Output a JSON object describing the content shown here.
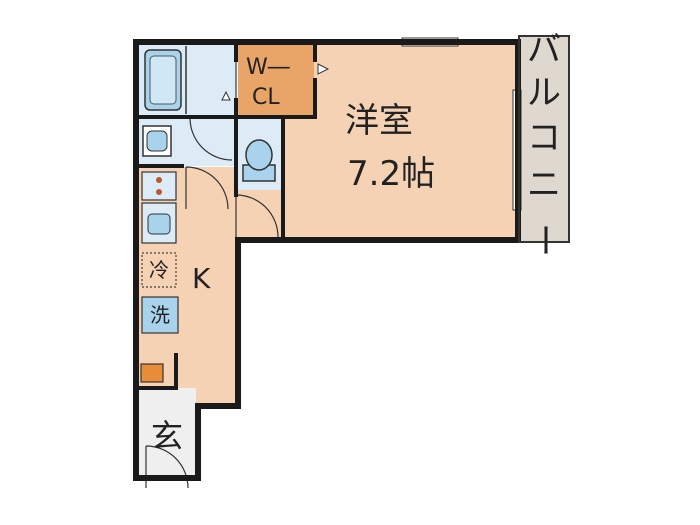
{
  "rooms": {
    "western_room": {
      "name": "洋室",
      "size": "7.2帖"
    },
    "kitchen": {
      "label": "K"
    },
    "walk_in_closet": {
      "label_line1": "W―",
      "label_line2": "CL"
    },
    "balcony": {
      "chars": [
        "バ",
        "ル",
        "コ",
        "ニ",
        "ー"
      ]
    },
    "entrance": {
      "label": "玄"
    }
  },
  "fixtures": {
    "refrigerator": {
      "label": "冷"
    },
    "washer": {
      "label": "洗"
    }
  },
  "colors": {
    "wall": "#1a1a1a",
    "room_floor": "#f5d2b4",
    "closet": "#e9a468",
    "wet_area": "#dcebf5",
    "fixture_blue": "#a9d3ec",
    "balcony": "#ded8cf",
    "entrance": "#efefef",
    "orange_box": "#e98c3a"
  }
}
